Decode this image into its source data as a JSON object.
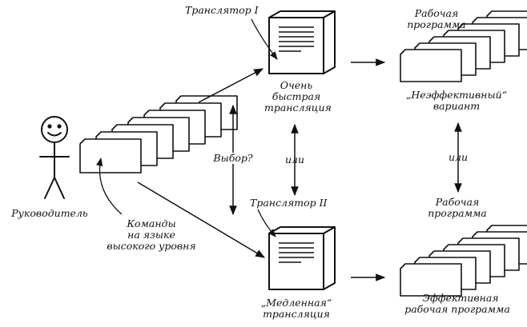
{
  "labels": {
    "translator_1": "Транслятор I",
    "translator_2": "Транслятор II",
    "fast_line1": "Очень",
    "fast_line2": "быстрая",
    "fast_line3": "трансляция",
    "slow_line1": "„Медленная“",
    "slow_line2": "трансляция",
    "work_prog_top_line1": "Рабочая",
    "work_prog_top_line2": "программа",
    "ineff_line1": "„Неэффективный“",
    "ineff_line2": "вариант",
    "or_left": "или",
    "or_right": "или",
    "work_prog_mid_line1": "Рабочая",
    "work_prog_mid_line2": "программа",
    "eff_line1": "Эффективная",
    "eff_line2": "рабочая программа",
    "choice": "Выбор?",
    "manager": "Руководитель",
    "commands_line1": "Команды",
    "commands_line2": "на языке",
    "commands_line3": "высокого уровня"
  },
  "colors": {
    "ink": "#111111",
    "paper": "#ffffff"
  }
}
